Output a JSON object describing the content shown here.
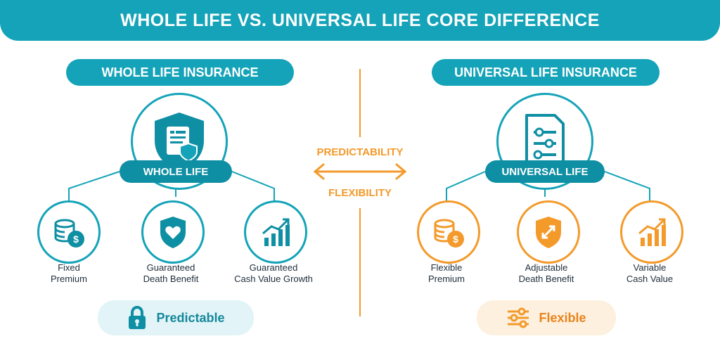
{
  "banner": {
    "title": "WHOLE LIFE VS. UNIVERSAL LIFE CORE DIFFERENCE"
  },
  "left": {
    "heading": "WHOLE LIFE INSURANCE",
    "core_label": "WHOLE LIFE",
    "features": [
      {
        "line1": "Fixed",
        "line2": "Premium",
        "icon": "coins-dollar-icon"
      },
      {
        "line1": "Guaranteed",
        "line2": "Death Benefit",
        "icon": "shield-heart-icon"
      },
      {
        "line1": "Guaranteed",
        "line2": "Cash Value Growth",
        "icon": "growth-chart-icon"
      }
    ],
    "summary": "Predictable",
    "summary_icon": "lock-icon"
  },
  "right": {
    "heading": "UNIVERSAL LIFE INSURANCE",
    "core_label": "UNIVERSAL LIFE",
    "features": [
      {
        "line1": "Flexible",
        "line2": "Premium",
        "icon": "coins-dollar-icon"
      },
      {
        "line1": "Adjustable",
        "line2": "Death Benefit",
        "icon": "shield-arrows-icon"
      },
      {
        "line1": "Variable",
        "line2": "Cash Value",
        "icon": "growth-chart-icon"
      }
    ],
    "summary": "Flexible",
    "summary_icon": "sliders-icon"
  },
  "center": {
    "top": "PREDICTABILITY",
    "bottom": "FLEXIBILITY"
  },
  "colors": {
    "teal": "#14a3b8",
    "dark_teal": "#0f8fa3",
    "orange": "#f39a2b"
  }
}
